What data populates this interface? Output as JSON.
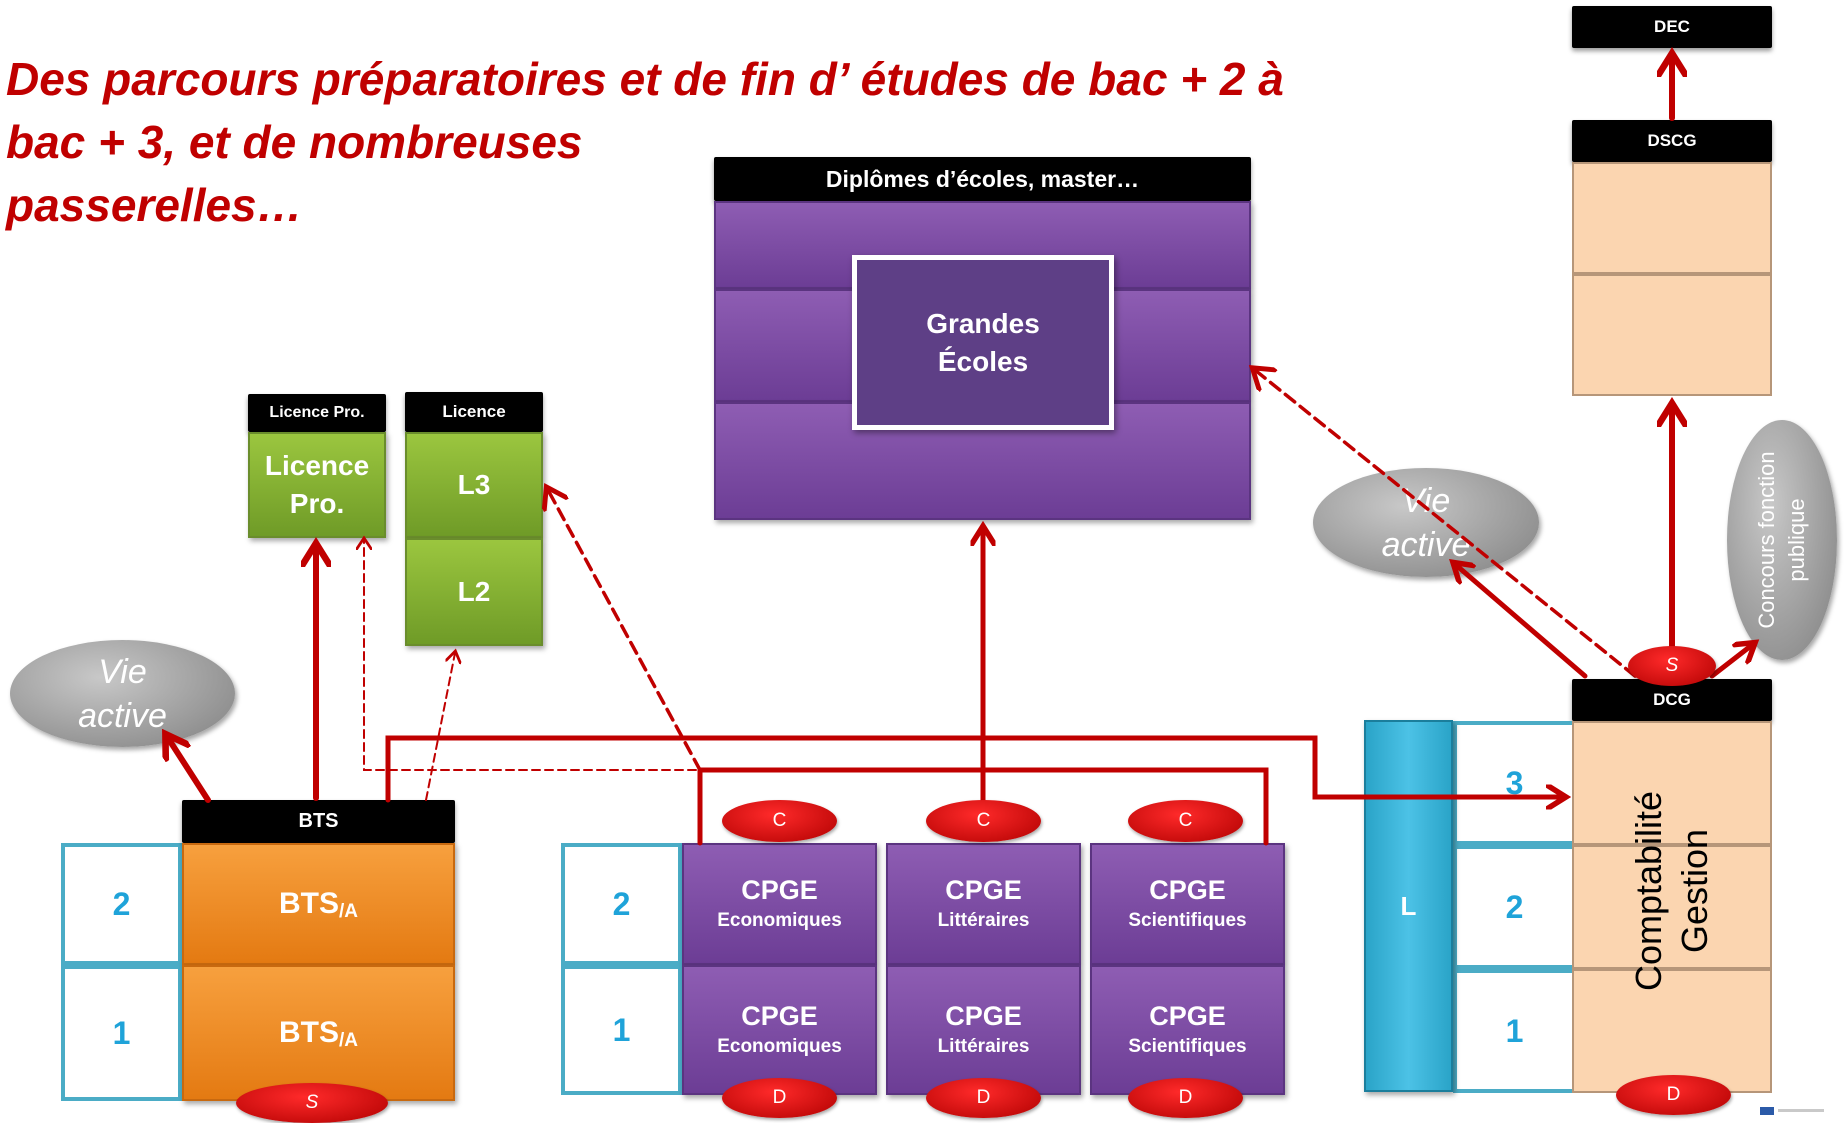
{
  "title": {
    "line1": "Des parcours préparatoires et de fin d’ études de bac + 2 à",
    "line2": "bac + 3, et de nombreuses",
    "line3": "passerelles…"
  },
  "headers": {
    "dec": "DEC",
    "dscg": "DSCG",
    "dcg": "DCG",
    "diplomes": "Diplômes  d’écoles, master…",
    "licence_pro": "Licence Pro.",
    "licence": "Licence",
    "bts": "BTS"
  },
  "blocks": {
    "grandes_ecoles_l1": "Grandes",
    "grandes_ecoles_l2": "Écoles",
    "licence_pro_l1": "Licence",
    "licence_pro_l2": "Pro.",
    "l3": "L3",
    "l2": "L2",
    "bts_main": "BTS",
    "bts_sub": "/A",
    "l_bar": "L",
    "compta_l1": "Comptabilité",
    "compta_l2": "Gestion",
    "concours_l1": "Concours fonction",
    "concours_l2": "publique",
    "vie_active_l1": "Vie",
    "vie_active_l2": "active"
  },
  "cpge": [
    {
      "name": "CPGE",
      "track": "Economiques"
    },
    {
      "name": "CPGE",
      "track": "Littéraires"
    },
    {
      "name": "CPGE",
      "track": "Scientifiques"
    }
  ],
  "years": {
    "y1": "1",
    "y2": "2",
    "y3": "3"
  },
  "markers": {
    "c": "C",
    "d": "D",
    "s": "S"
  },
  "colors": {
    "accent_red": "#c00000",
    "arrow_red": "#c00000",
    "purple": "#7b4aa5",
    "green": "#8ab83a",
    "orange": "#f08a24",
    "peach": "#fbd5b0",
    "blue": "#31b3d6",
    "year_text": "#1fa3d9"
  }
}
